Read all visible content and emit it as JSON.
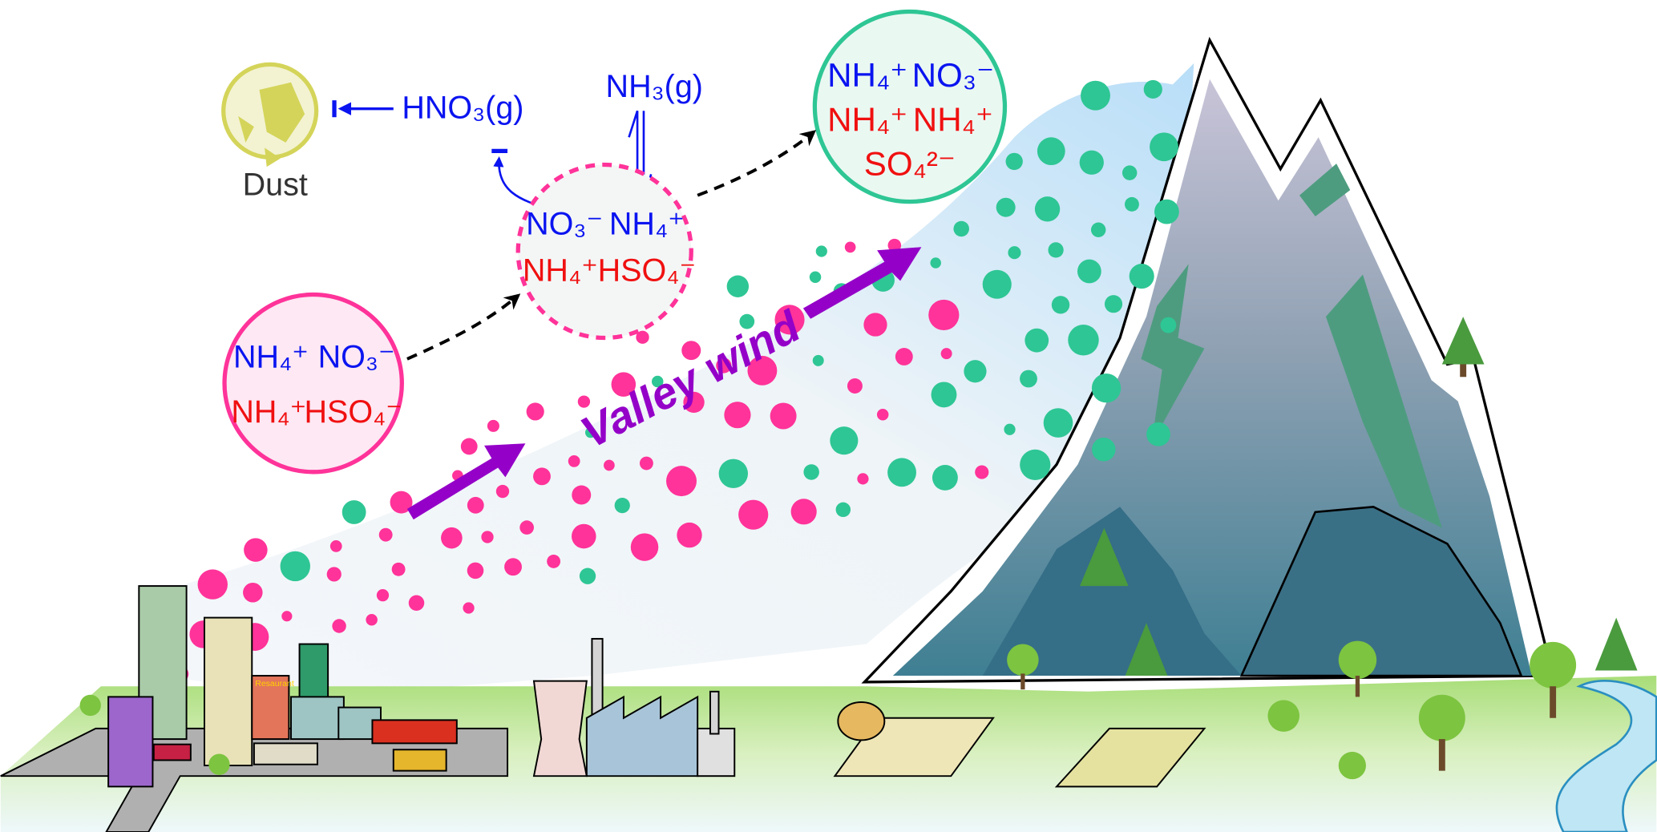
{
  "title": "Valley wind transport of ammonium nitrate / sulfate aerosols",
  "labels": {
    "dust": "Dust",
    "hno3": "HNO₃(g)",
    "nh3": "NH₃(g)",
    "valley_wind": "Valley wind",
    "restaurant_sign": "Resaurant"
  },
  "particle_urban": {
    "top": [
      "NH₄⁺",
      "NO₃⁻"
    ],
    "bottom": [
      "NH₄⁺",
      "HSO₄⁻"
    ]
  },
  "particle_transit": {
    "top": [
      "NO₃⁻",
      "NH₄⁺"
    ],
    "bottom": [
      "NH₄⁺",
      "HSO₄⁻"
    ]
  },
  "particle_mountain": {
    "top": [
      "NH₄⁺",
      "NO₃⁻"
    ],
    "bottom": [
      "NH₄⁺",
      "SO₄²⁻",
      "NH₄⁺"
    ]
  },
  "colors": {
    "nitrate_ion": "#0a14f0",
    "sulfate_ion": "#f01010",
    "urban_particle": "#ff3399",
    "mountain_particle": "#2ec694",
    "wind": "#9400c8",
    "dust": "#d4d45a"
  }
}
